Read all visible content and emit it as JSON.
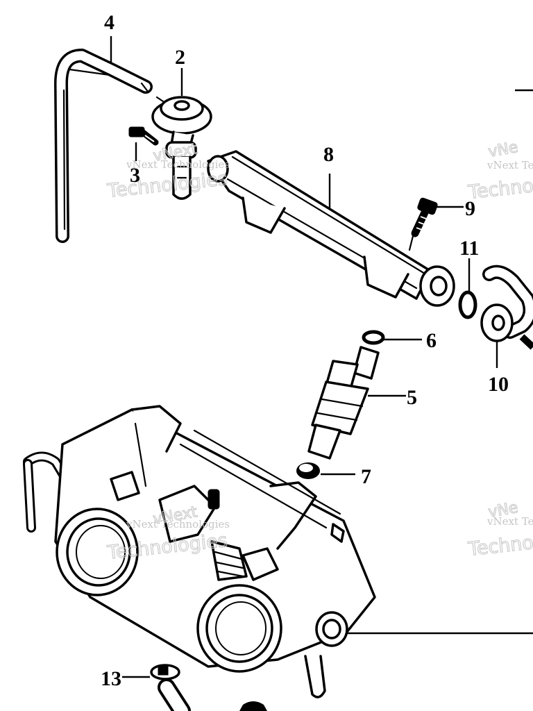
{
  "diagram": {
    "callouts": [
      {
        "id": "c2",
        "text": "2"
      },
      {
        "id": "c3",
        "text": "3"
      },
      {
        "id": "c4",
        "text": "4"
      },
      {
        "id": "c5",
        "text": "5"
      },
      {
        "id": "c6",
        "text": "6"
      },
      {
        "id": "c7",
        "text": "7"
      },
      {
        "id": "c8",
        "text": "8"
      },
      {
        "id": "c9",
        "text": "9"
      },
      {
        "id": "c10",
        "text": "10"
      },
      {
        "id": "c11",
        "text": "11"
      },
      {
        "id": "c13",
        "text": "13"
      }
    ],
    "watermark": {
      "line1": "vNext Technologies",
      "line2": "Technologies",
      "brand_top": "vNext",
      "brand_right_top": "vNe",
      "brand_right_small": "vNext Te",
      "brand_right_big": "Techno"
    },
    "colors": {
      "ink": "#000000",
      "paper": "#ffffff",
      "watermark": "#c8c8c8"
    }
  }
}
